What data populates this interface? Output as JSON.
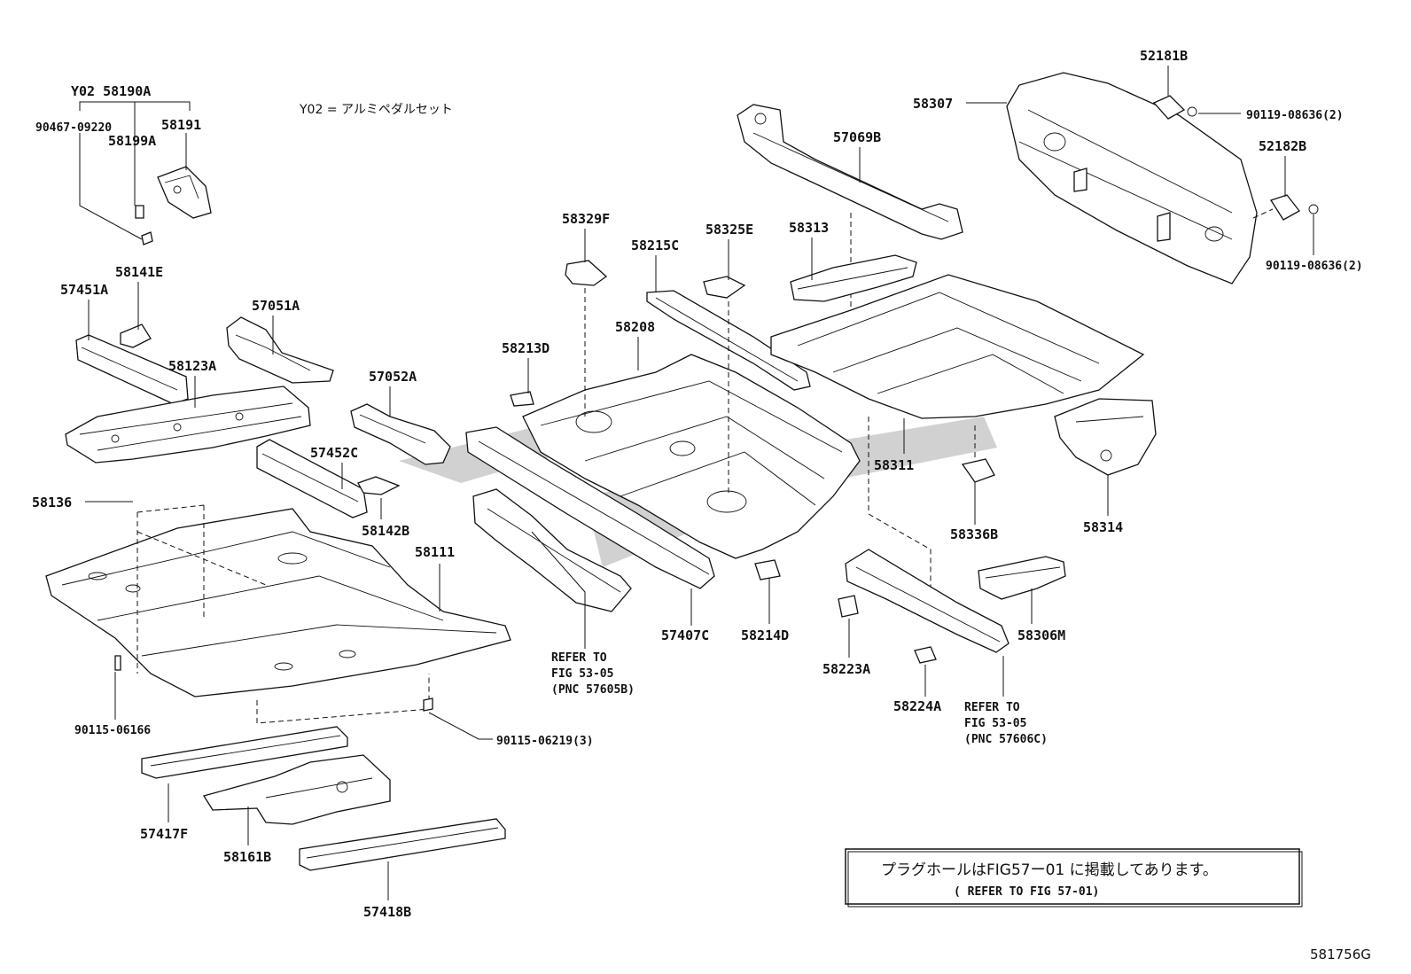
{
  "note_top": "Y02 = アルミペダルセット",
  "diagram_code": "581756G",
  "notice": {
    "jp": "プラグホールはFIG57ー01 に掲載してあります。",
    "en": "( REFER TO FIG 57-01)"
  },
  "labels": {
    "y02_58190a": "Y02 58190A",
    "p90467": "90467-09220",
    "p58191": "58191",
    "p58199a": "58199A",
    "p58141e": "58141E",
    "p57451a": "57451A",
    "p57051a": "57051A",
    "p58123a": "58123A",
    "p57052a": "57052A",
    "p57452c": "57452C",
    "p58136": "58136",
    "p58142b": "58142B",
    "p58111": "58111",
    "p90115_06166": "90115-06166",
    "p90115_06219": "90115-06219(3)",
    "p57417f": "57417F",
    "p58161b": "58161B",
    "p57418b": "57418B",
    "p58329f": "58329F",
    "p58215c": "58215C",
    "p58325e": "58325E",
    "p58313": "58313",
    "p58213d": "58213D",
    "p58208": "58208",
    "p57407c": "57407C",
    "p58214d": "58214D",
    "p57069b": "57069B",
    "p58307": "58307",
    "p52181b": "52181B",
    "p90119_a": "90119-08636(2)",
    "p52182b": "52182B",
    "p90119_b": "90119-08636(2)",
    "p58311": "58311",
    "p58314": "58314",
    "p58336b": "58336B",
    "p58223a": "58223A",
    "p58306m": "58306M",
    "p58224a": "58224A"
  },
  "refer_left": [
    "REFER TO",
    "FIG 53-05",
    "(PNC 57605B)"
  ],
  "refer_right": [
    "REFER TO",
    "FIG 53-05",
    "(PNC 57606C)"
  ]
}
